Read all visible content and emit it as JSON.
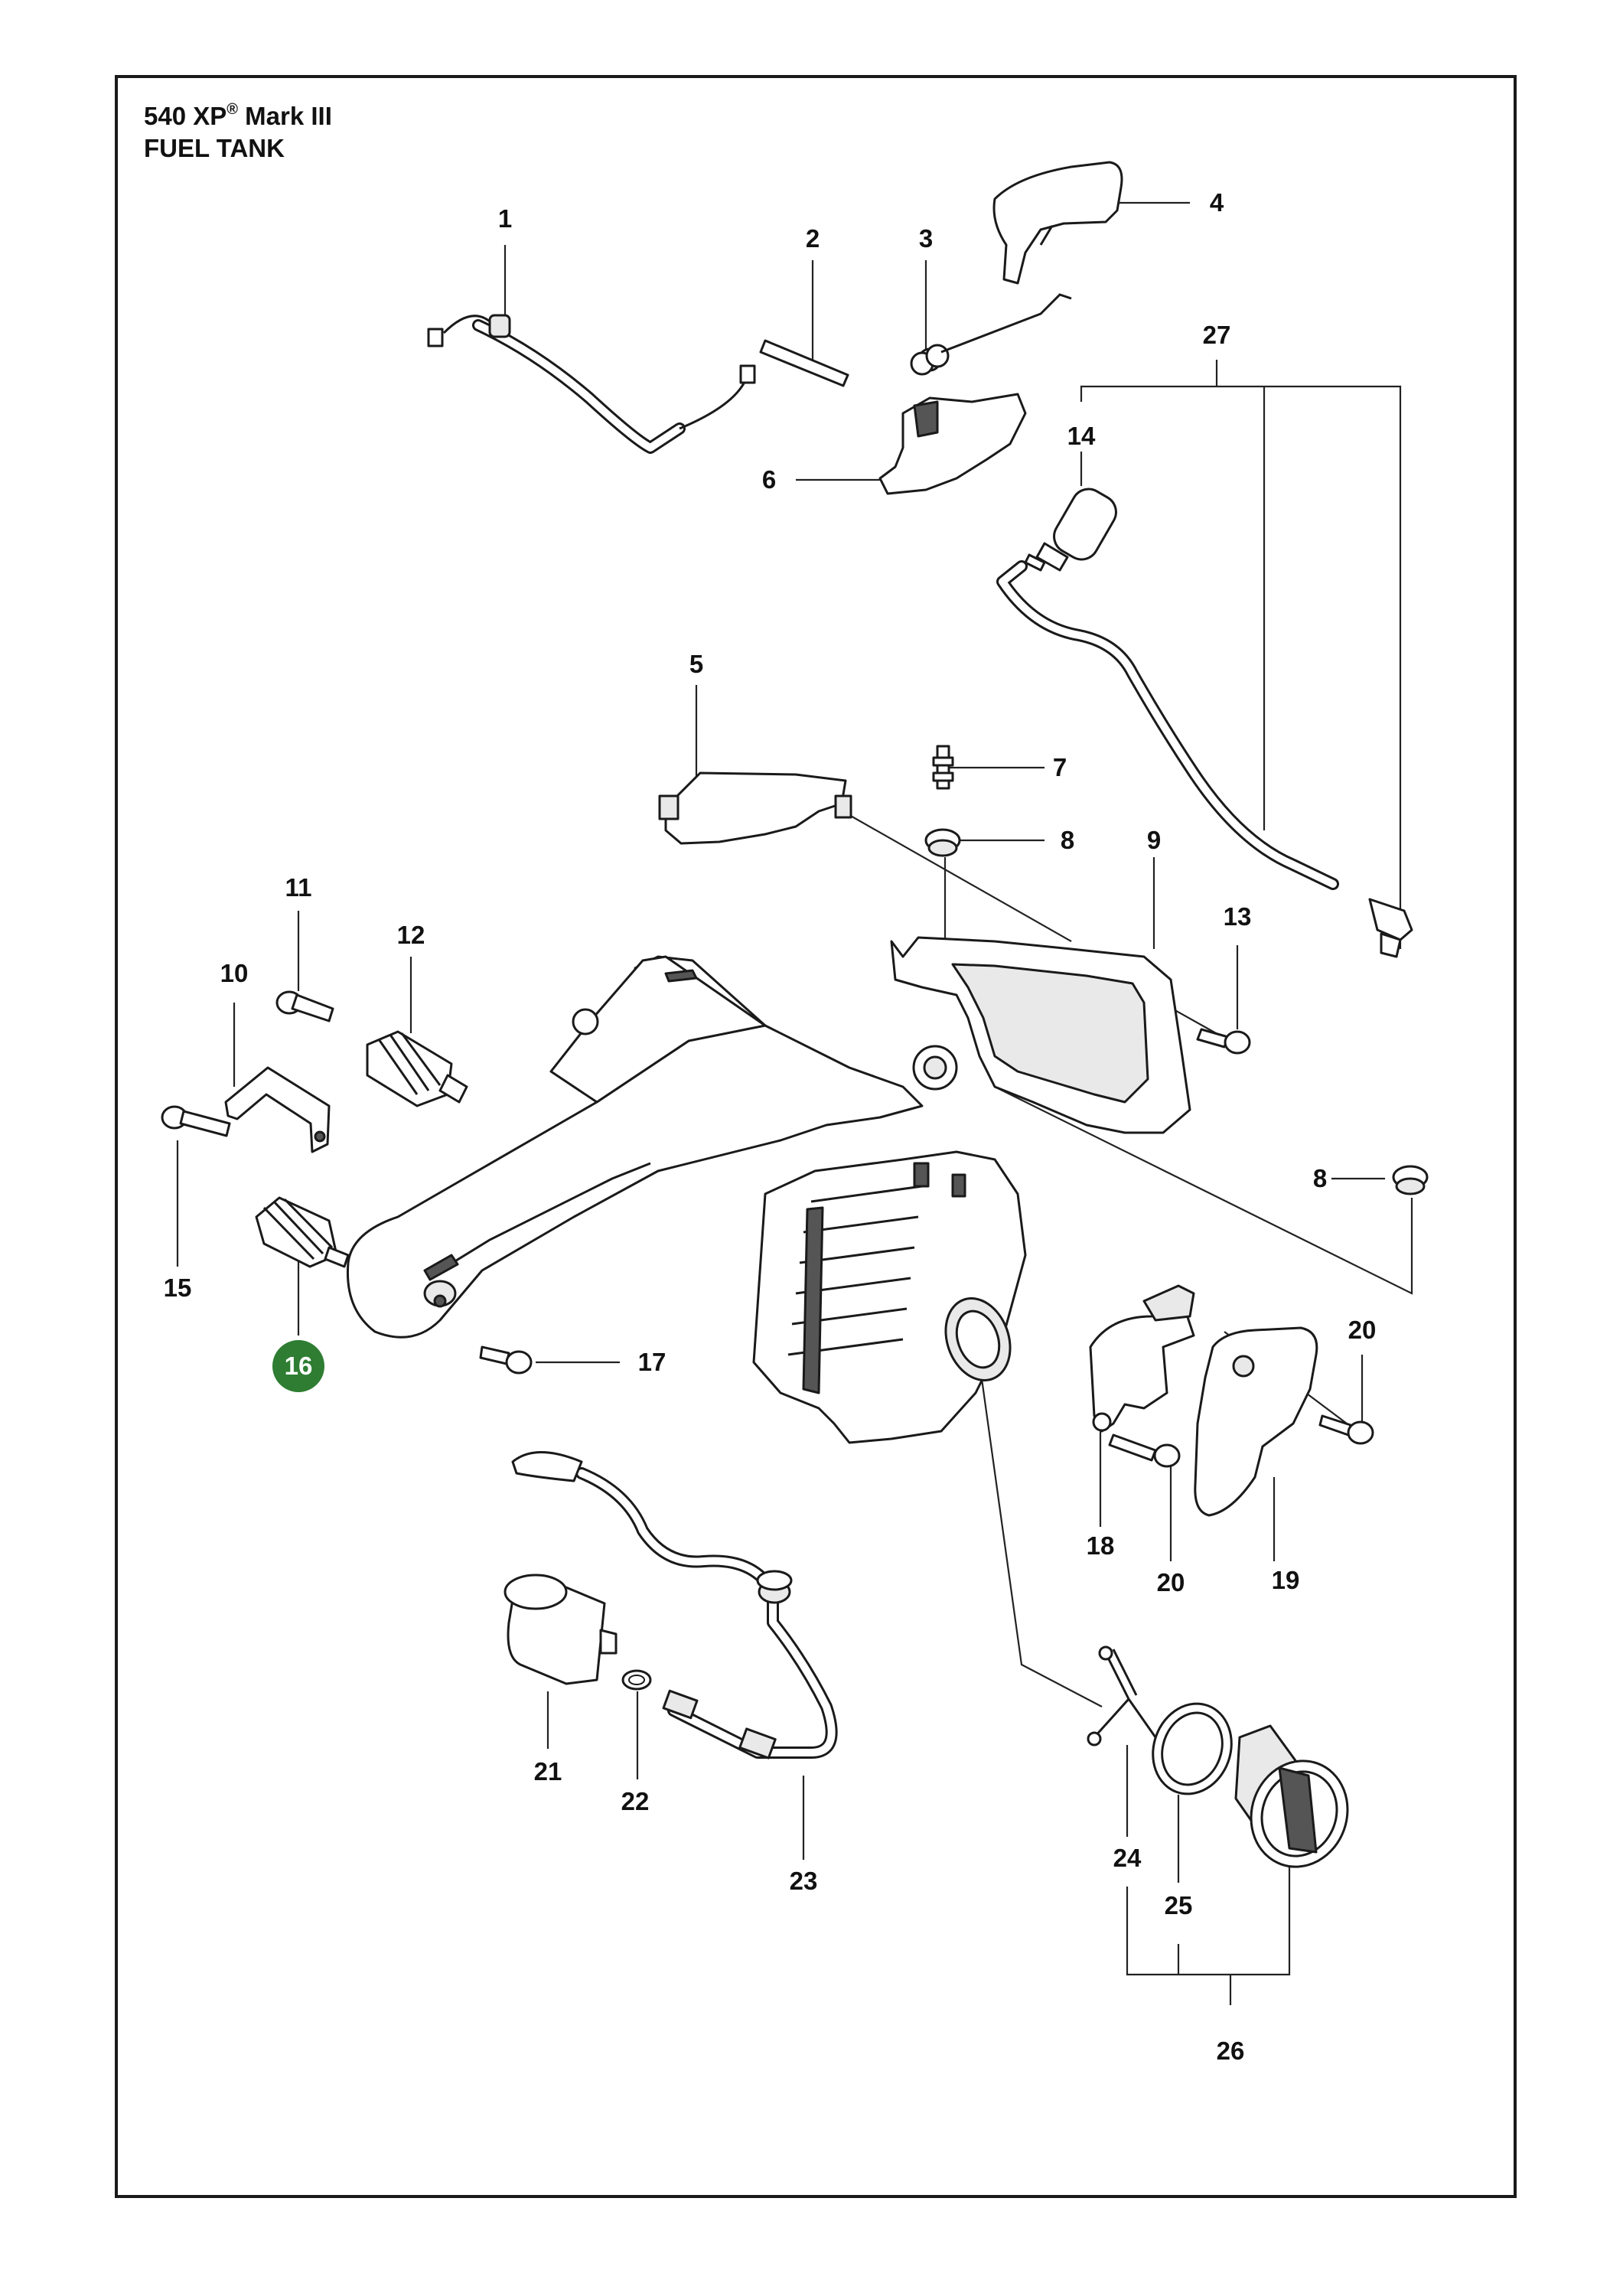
{
  "title": {
    "model": "540 XP",
    "reg_mark": "®",
    "model_suffix": "Mark III",
    "section": "FUEL TANK"
  },
  "colors": {
    "border": "#1a1a1a",
    "highlight": "#2e7d32",
    "background": "#ffffff"
  },
  "parts": [
    {
      "num": "1"
    },
    {
      "num": "2"
    },
    {
      "num": "3"
    },
    {
      "num": "4"
    },
    {
      "num": "5"
    },
    {
      "num": "6"
    },
    {
      "num": "7"
    },
    {
      "num": "8"
    },
    {
      "num": "8"
    },
    {
      "num": "9"
    },
    {
      "num": "10"
    },
    {
      "num": "11"
    },
    {
      "num": "12"
    },
    {
      "num": "13"
    },
    {
      "num": "14"
    },
    {
      "num": "15"
    },
    {
      "num": "16",
      "highlighted": true
    },
    {
      "num": "17"
    },
    {
      "num": "18"
    },
    {
      "num": "19"
    },
    {
      "num": "20"
    },
    {
      "num": "20"
    },
    {
      "num": "21"
    },
    {
      "num": "22"
    },
    {
      "num": "23"
    },
    {
      "num": "24"
    },
    {
      "num": "25"
    },
    {
      "num": "26"
    },
    {
      "num": "27"
    }
  ]
}
